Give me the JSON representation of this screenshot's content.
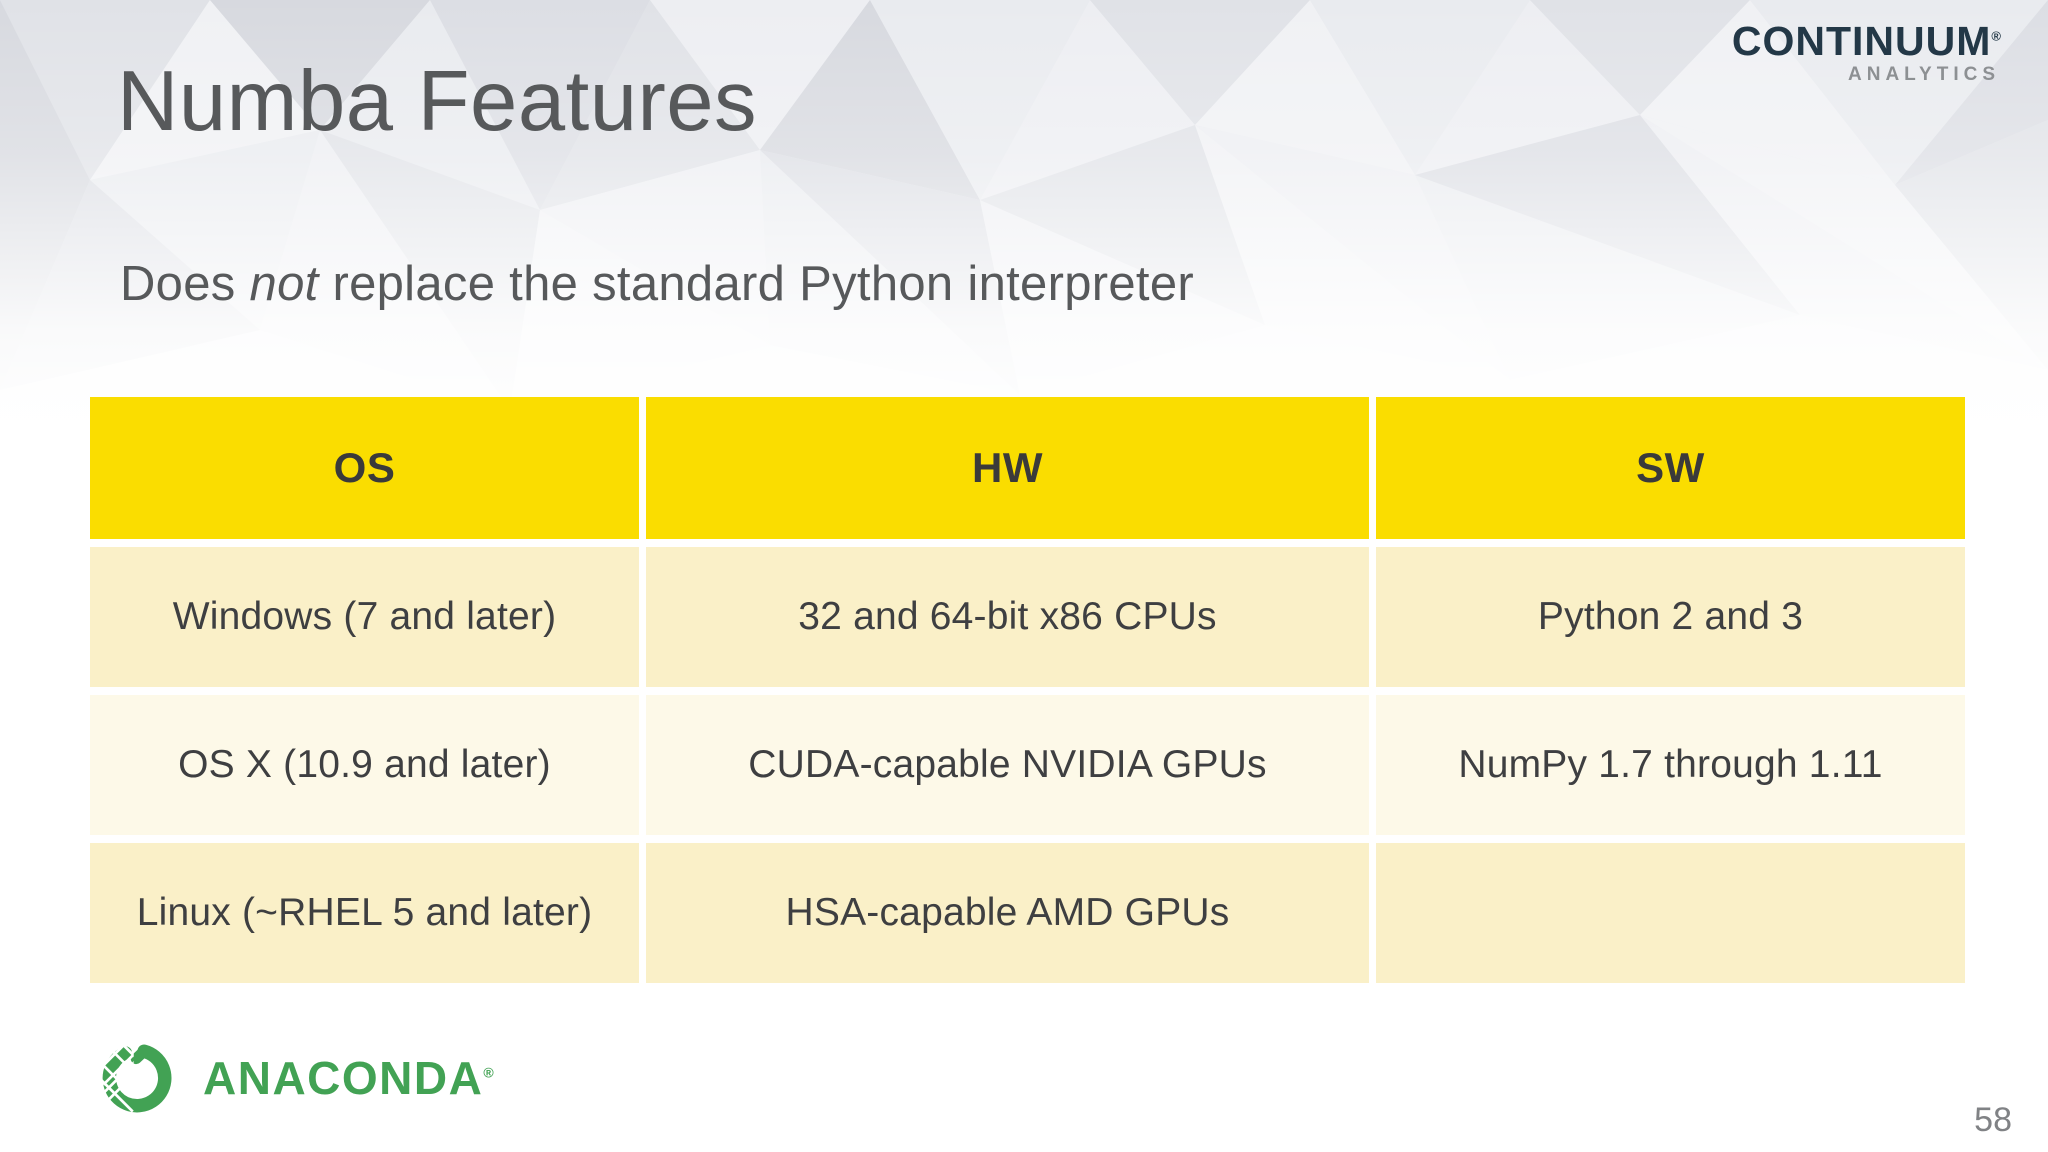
{
  "slide": {
    "title": "Numba Features",
    "page_number": "58"
  },
  "subtitle": {
    "prefix": "Does ",
    "emphasis": "not",
    "suffix": " replace the standard Python interpreter"
  },
  "continuum_logo": {
    "name": "CONTINUUM",
    "registered": "®",
    "tagline": "ANALYTICS"
  },
  "anaconda_logo": {
    "name": "ANACONDA",
    "registered": "®",
    "icon": "anaconda-ring-icon"
  },
  "table": {
    "columns": [
      "OS",
      "HW",
      "SW"
    ],
    "rows": [
      {
        "cells": [
          "Windows (7 and later)",
          "32 and 64-bit x86 CPUs",
          "Python 2 and 3"
        ]
      },
      {
        "cells": [
          "OS X (10.9 and later)",
          "CUDA-capable NVIDIA GPUs",
          "NumPy 1.7 through 1.11"
        ]
      },
      {
        "cells": [
          "Linux (~RHEL 5 and later)",
          "HSA-capable AMD GPUs",
          ""
        ]
      }
    ]
  },
  "colors": {
    "header-yellow": "#FADD00",
    "row-cream": "#FAF0C8",
    "row-cream-light": "#FDF9E8",
    "continuum-navy": "#233847",
    "analytics-gray": "#8D9093",
    "anaconda-green": "#42A254",
    "title-gray": "#57595B",
    "cell-text": "#3E3F41",
    "page-number-gray": "#808285"
  }
}
